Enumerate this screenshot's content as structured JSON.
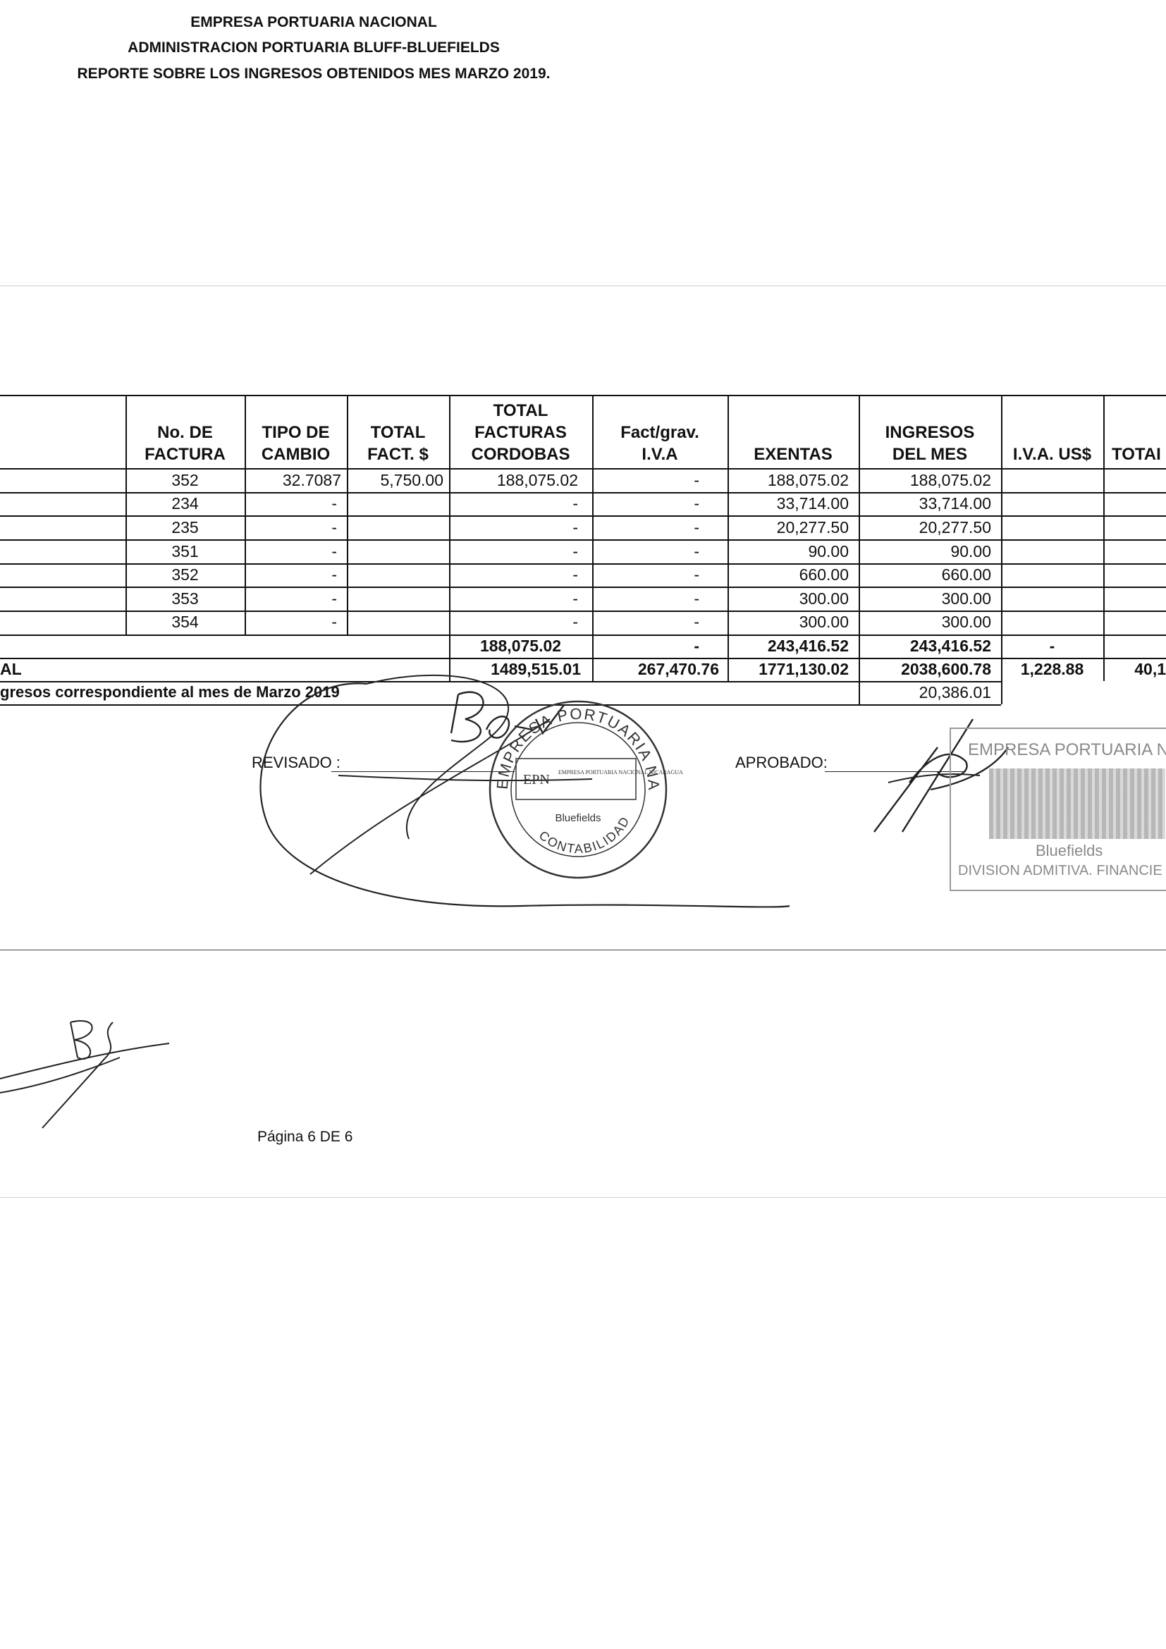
{
  "header": {
    "line1": "EMPRESA PORTUARIA NACIONAL",
    "line2": "ADMINISTRACION PORTUARIA BLUFF-BLUEFIELDS",
    "line3": "REPORTE SOBRE LOS INGRESOS OBTENIDOS MES MARZO 2019."
  },
  "table": {
    "columns": [
      "No. DE\nFACTURA",
      "TIPO DE\nCAMBIO",
      "TOTAL\nFACT. $",
      "TOTAL\nFACTURAS\nCORDOBAS",
      "Fact/grav.\nI.V.A",
      "EXENTAS",
      "INGRESOS\nDEL MES",
      "I.V.A. US$",
      "TOTAI"
    ],
    "rows": [
      {
        "factura": "352",
        "tipo": "32.7087",
        "fact_usd": "5,750.00",
        "cordobas": "188,075.02",
        "grav": "-",
        "exentas": "188,075.02",
        "ingresos": "188,075.02"
      },
      {
        "factura": "234",
        "tipo": "-",
        "fact_usd": "",
        "cordobas": "-",
        "grav": "-",
        "exentas": "33,714.00",
        "ingresos": "33,714.00"
      },
      {
        "factura": "235",
        "tipo": "-",
        "fact_usd": "",
        "cordobas": "-",
        "grav": "-",
        "exentas": "20,277.50",
        "ingresos": "20,277.50"
      },
      {
        "factura": "351",
        "tipo": "-",
        "fact_usd": "",
        "cordobas": "-",
        "grav": "-",
        "exentas": "90.00",
        "ingresos": "90.00"
      },
      {
        "factura": "352",
        "tipo": "-",
        "fact_usd": "",
        "cordobas": "-",
        "grav": "-",
        "exentas": "660.00",
        "ingresos": "660.00"
      },
      {
        "factura": "353",
        "tipo": "-",
        "fact_usd": "",
        "cordobas": "-",
        "grav": "-",
        "exentas": "300.00",
        "ingresos": "300.00"
      },
      {
        "factura": "354",
        "tipo": "-",
        "fact_usd": "",
        "cordobas": "-",
        "grav": "-",
        "exentas": "300.00",
        "ingresos": "300.00"
      }
    ],
    "subtotal": {
      "cordobas": "188,075.02",
      "grav": "-",
      "exentas": "243,416.52",
      "ingresos": "243,416.52",
      "iva": "-"
    },
    "total": {
      "label": "AL",
      "cordobas": "1489,515.01",
      "grav": "267,470.76",
      "exentas": "1771,130.02",
      "ingresos": "2038,600.78",
      "iva": "1,228.88",
      "total": "40,1"
    },
    "note": {
      "label": "gresos correspondiente al mes de Marzo 2019",
      "value": "20,386.01"
    }
  },
  "signatures": {
    "revisado_label": "REVISADO :",
    "aprobado_label": "APROBADO:"
  },
  "stamps": {
    "round_outer": "EMPRESA PORTUARIA NACIONAL",
    "round_inner": "EMPRESA PORTUARIA NACIONAL NICARAGUA",
    "round_city": "Bluefields",
    "round_bottom": "CONTABILIDAD",
    "round_logo": "EPN",
    "rect_top": "EMPRESA PORTUARIA NACIO",
    "rect_city": "Bluefields",
    "rect_bottom": "DIVISION ADMITIVA. FINANCIE"
  },
  "footer": {
    "page": "Página 6 DE 6"
  }
}
